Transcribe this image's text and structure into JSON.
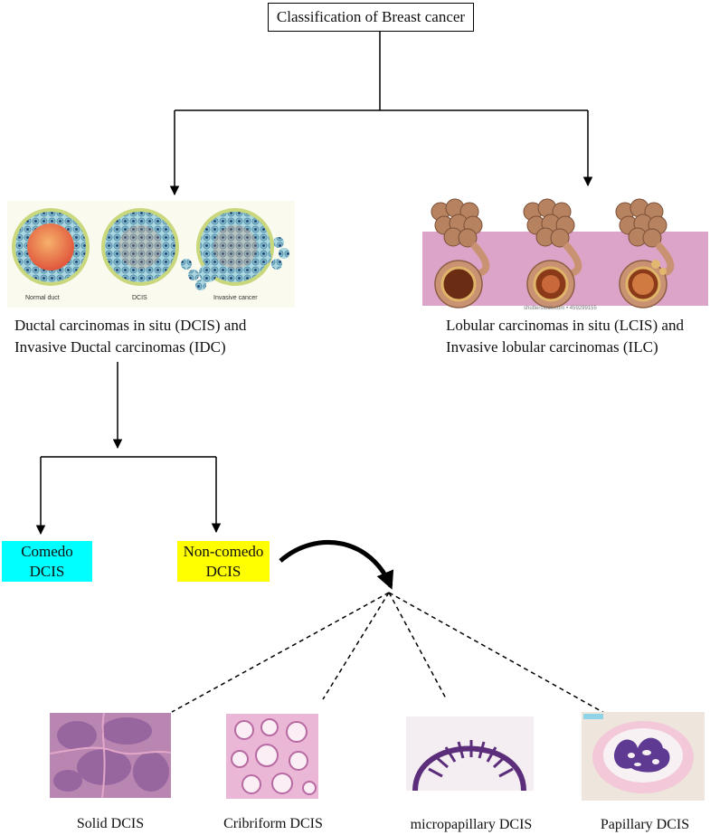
{
  "title": "Classification of Breast cancer",
  "ductal": {
    "caption_line1": "Ductal carcinomas in situ (DCIS) and",
    "caption_line2": "Invasive Ductal carcinomas (IDC)",
    "stages": [
      "Normal duct",
      "DCIS",
      "Invasive cancer"
    ]
  },
  "lobular": {
    "caption_line1": "Lobular carcinomas in situ (LCIS) and",
    "caption_line2": "Invasive lobular carcinomas (ILC)",
    "watermark": "shutterstock.com • 459299155"
  },
  "comedo": {
    "line1": "Comedo",
    "line2": "DCIS",
    "color": "#00ffff"
  },
  "noncomedo": {
    "line1": "Non-comedo",
    "line2": "DCIS",
    "color": "#ffff00"
  },
  "subtypes": [
    {
      "label": "Solid DCIS"
    },
    {
      "label": "Cribriform DCIS"
    },
    {
      "label": "micropapillary DCIS"
    },
    {
      "label": "Papillary DCIS"
    }
  ],
  "colors": {
    "stain_pink": "#e6a8d0",
    "stain_purple": "#5b2d7a",
    "lobular_bg": "#dca4c8"
  }
}
